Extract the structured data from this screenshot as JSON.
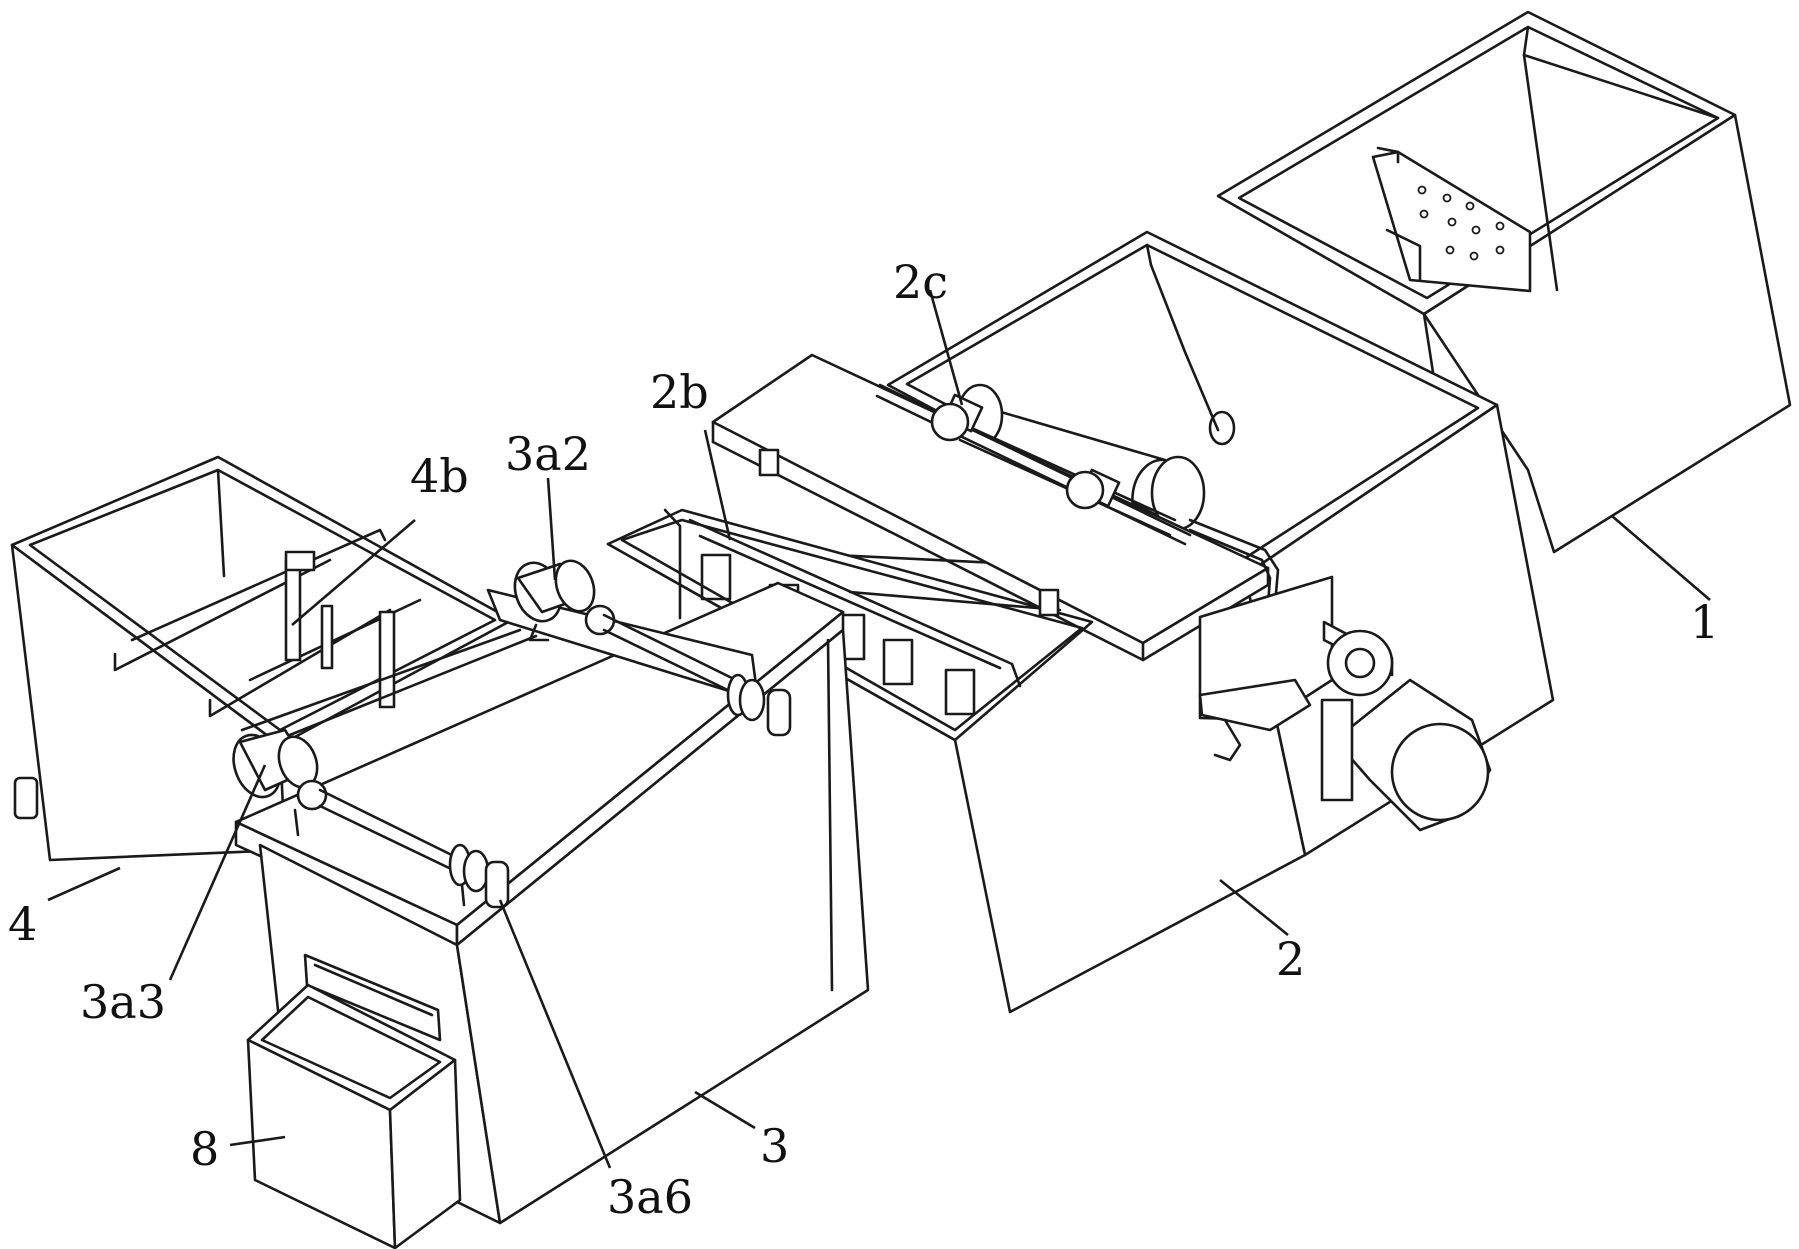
{
  "labels": {
    "1": "1",
    "2": "2",
    "2b": "2b",
    "2c": "2c",
    "3": "3",
    "3a2": "3a2",
    "3a3": "3a3",
    "3a6": "3a6",
    "4": "4",
    "4b": "4b",
    "8": "8"
  }
}
